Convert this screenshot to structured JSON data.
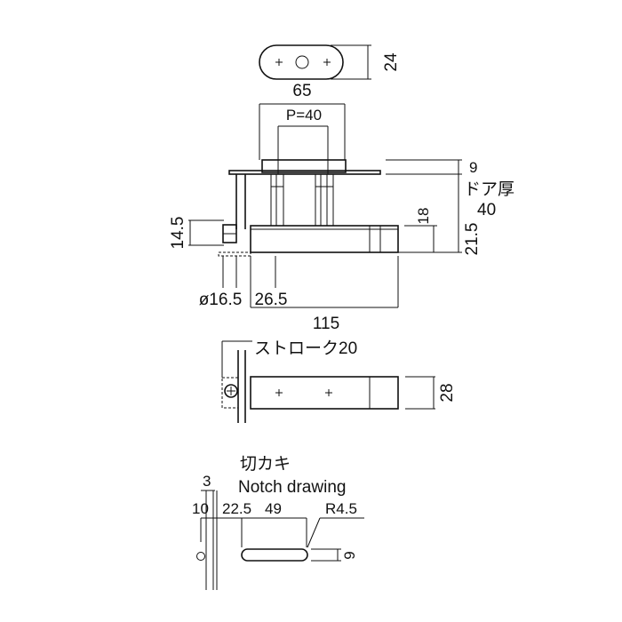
{
  "top_view": {
    "dim_24": "24"
  },
  "side_view": {
    "dim_65": "65",
    "dim_p40": "P=40",
    "dim_9": "9",
    "door_thickness_label": "ドア厚",
    "door_thickness_value": "40",
    "dim_18": "18",
    "dim_21_5": "21.5",
    "dim_14_5": "14.5",
    "dim_dia_16_5": "ø16.5",
    "dim_26_5": "26.5",
    "dim_115": "115"
  },
  "front_view": {
    "stroke_label": "ストローク20",
    "dim_28": "28"
  },
  "notch": {
    "title_jp": "切カキ",
    "title_en": "Notch drawing",
    "dim_3": "3",
    "dim_10": "10",
    "dim_22_5": "22.5",
    "dim_49": "49",
    "dim_r4_5": "R4.5",
    "dim_9": "9"
  }
}
